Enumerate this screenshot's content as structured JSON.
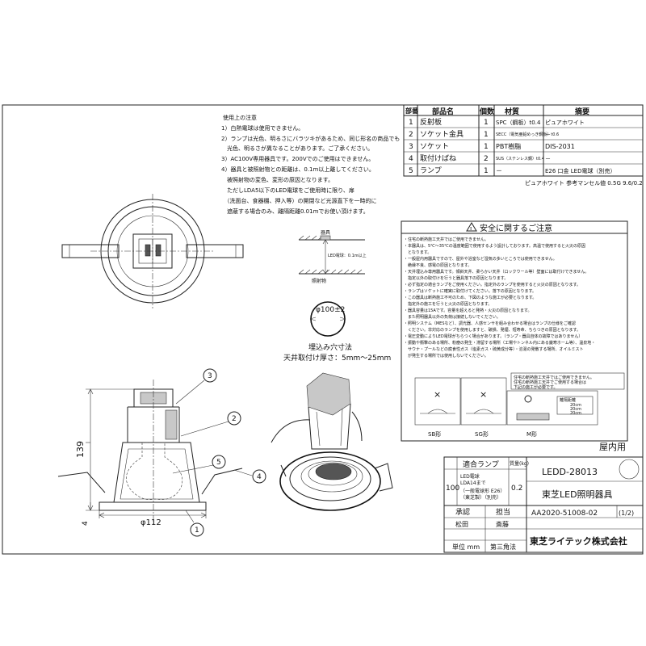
{
  "notes": {
    "heading": "使用上の注意",
    "lines": [
      "1）白熱電球は使用できません。",
      "2）ランプは光色、明るさにバラツキがあるため、同じ形名の商品でも",
      "　光色、明るさが異なることがあります。ご了承ください。",
      "3）AC100V専用器具です。200Vでのご使用はできません。",
      "4）器具と被照射物との距離は、0.1m以上離してください。",
      "　被照射物の変色、変形の原因となります。",
      "　ただしLDA5以下のLED電球をご使用時に限り、扉",
      "　（洗面台、食器棚、押入等）の開閉など光源直下を一時的に",
      "　遮蔽する場合のみ、離隔距離0.01mでお使い頂けます。"
    ]
  },
  "parts_table": {
    "headers": [
      "部番",
      "部品名",
      "個数",
      "材質",
      "摘要"
    ],
    "rows": [
      [
        "1",
        "反射板",
        "1",
        "SPC（鋼板）t0.4",
        "ピュアホワイト"
      ],
      [
        "2",
        "ソケット金具",
        "1",
        "SECC（電気亜鉛めっき鋼板）t0.6",
        "－"
      ],
      [
        "3",
        "ソケット",
        "1",
        "PBT樹脂",
        "DIS-2031"
      ],
      [
        "4",
        "取付けばね",
        "2",
        "SUS（ステンレス鋼）t0.4",
        "－"
      ],
      [
        "5",
        "ランプ",
        "1",
        "－",
        "E26 口金 LED電球（別売）"
      ]
    ],
    "footnote": "ピュアホワイト 参考マンセル値 0.5G 9.6/0.2"
  },
  "distance_diagram": {
    "fixture_label": "器具",
    "distance_label": "LED電球：0.1m以上",
    "target_label": "照射物"
  },
  "cutout": {
    "diameter_label": "φ100±2",
    "title": "埋込み穴寸法",
    "thickness": "天井取付け厚さ：5mm～25mm"
  },
  "dimensions": {
    "height": "139",
    "diameter": "φ112",
    "flange": "4"
  },
  "balloons": [
    "1",
    "2",
    "3",
    "4",
    "5"
  ],
  "safety": {
    "title": "安全に関するご注意",
    "lines": [
      "・住宅の断熱施工天井ではご使用できません。",
      "・本器具は、5℃～35℃の温度範囲で使用するよう設計しております。高温で使用すると火災の原因",
      "　となります。",
      "・一般屋内用器具ですので、屋外や浴室など湿気の多いところでは使用できません。",
      "　絶縁不良、感電の原因となります。",
      "・天井埋込み専用器具です。傾斜天井、柔らかい天井（ロックウール等）壁面には取付けできません。",
      "　指定以外の取付けを行うと器具落下の原因となります。",
      "・必ず指定の適合ランプをご使用ください。指定外のランプを使用すると火災の原因となります。",
      "・ランプはソケットに確実に取付けてください。落下の原因となります。",
      "・この器具は断熱施工不可のため、下図のような施工が必要となります。",
      "　指定外の施工を行うと火災の原因となります。",
      "・器具容量は15Aです。容量を超えると発熱・火災の原因となります。",
      "　また照明器具以外の負荷は接続しないでください。",
      "・照明システム（MESなど）、調光器、人感センサを組み合わせる場合はランプの仕様をご確認",
      "　ください。非対応のランプを使用しますと、破損、発煙、短寿命、ちらつきの原因となります。",
      "・電圧変動によりLED電球がちらつく場合があります。（ランプ・器具自体の故障ではありません）",
      "・振動や衝撃のある場所、粉塵の発生・滞留する場所（工場やトンネル内にある厳寒ホーム等）、温泉地・",
      "　サウナ・プールなどの腐食性ガス（塩素ガス・硫黄成分等）・溶湯の発散する場所、オイルミスト",
      "　が発生する場所では使用しないでください。"
    ],
    "insulation_note": "住宅の断熱施工天井ではご使用できません。",
    "insulation_note2": "住宅の断熱施工天井でご使用する場合は",
    "insulation_note3": "下記の施工が必要です。",
    "types": [
      "SB形",
      "SG形",
      "M形"
    ],
    "marks": [
      "×",
      "×",
      "○"
    ],
    "distance_table_title": "離隔距離",
    "distance_rows": [
      "20cm",
      "20cm",
      "20cm"
    ]
  },
  "title_block": {
    "indoor": "屋内用",
    "lamp_header": "適合ランプ",
    "weight_header": "質量(kg)",
    "wattage": "100",
    "lamp_spec_lines": [
      "LED電球",
      "LDA14まで",
      "（一般電球形 E26）",
      "（東芝製）（別売）"
    ],
    "weight": "0.2",
    "model": "LEDD-28013",
    "product": "東芝LED照明器具",
    "approve": "承認",
    "check": "担当",
    "approver": "松田",
    "checker": "斎藤",
    "doc_no": "AA2020-51008-02",
    "page": "(1/2)",
    "unit": "単位 mm",
    "projection": "第三角法",
    "company": "東芝ライテック株式会社"
  }
}
